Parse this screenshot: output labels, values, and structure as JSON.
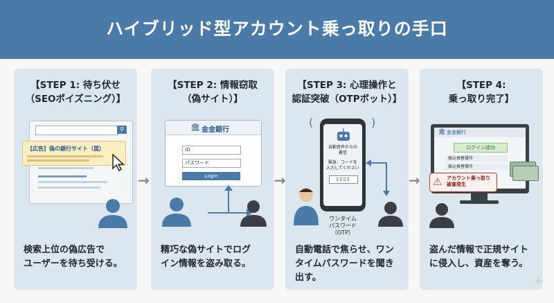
{
  "title": "ハイブリッド型アカウント乗っ取りの手口",
  "steps": [
    {
      "title_line1": "【STEP 1: 待ち伏せ",
      "title_line2": "（SEOポイズニング）】",
      "caption_line1": "検索上位の偽広告で",
      "caption_line2": "ユーザーを待ち受ける。",
      "ad_label": "【広告】偽の銀行サイト（罠）"
    },
    {
      "title_line1": "【STEP 2: 情報窃取",
      "title_line2": "（偽サイト）】",
      "caption_line1": "精巧な偽サイトでログ",
      "caption_line2": "イン情報を盗み取る。",
      "bank_name": "金金銀行",
      "id_placeholder": "ID",
      "password_placeholder": "パスワード",
      "login_label": "Login"
    },
    {
      "title_line1": "【STEP 3: 心理操作と",
      "title_line2": "認証突破（OTPボット）】",
      "caption_line1": "自動電話で焦らせ、ワン",
      "caption_line2": "タイムパスワードを聞き",
      "caption_line3": "出す。",
      "phone_text1": "自動音声からの",
      "phone_text2": "着信",
      "phone_text3": "緊急：コードを",
      "phone_text4": "入力してください",
      "otp_label1": "ワンタイム",
      "otp_label2": "パスワード",
      "otp_label3": "（OTP）"
    },
    {
      "title_line1": "【STEP 4:",
      "title_line2": "乗っ取り完了】",
      "caption_line1": "盗んだ情報で正規サイト",
      "caption_line2": "に侵入し、資産を奪う。",
      "bank_name": "金金銀行",
      "login_success": "ログイン成功",
      "row1": "振込振替操作",
      "row2": "振込振替操作",
      "alert_line1": "アカウント乗っ取り",
      "alert_line2": "被害発生"
    }
  ]
}
